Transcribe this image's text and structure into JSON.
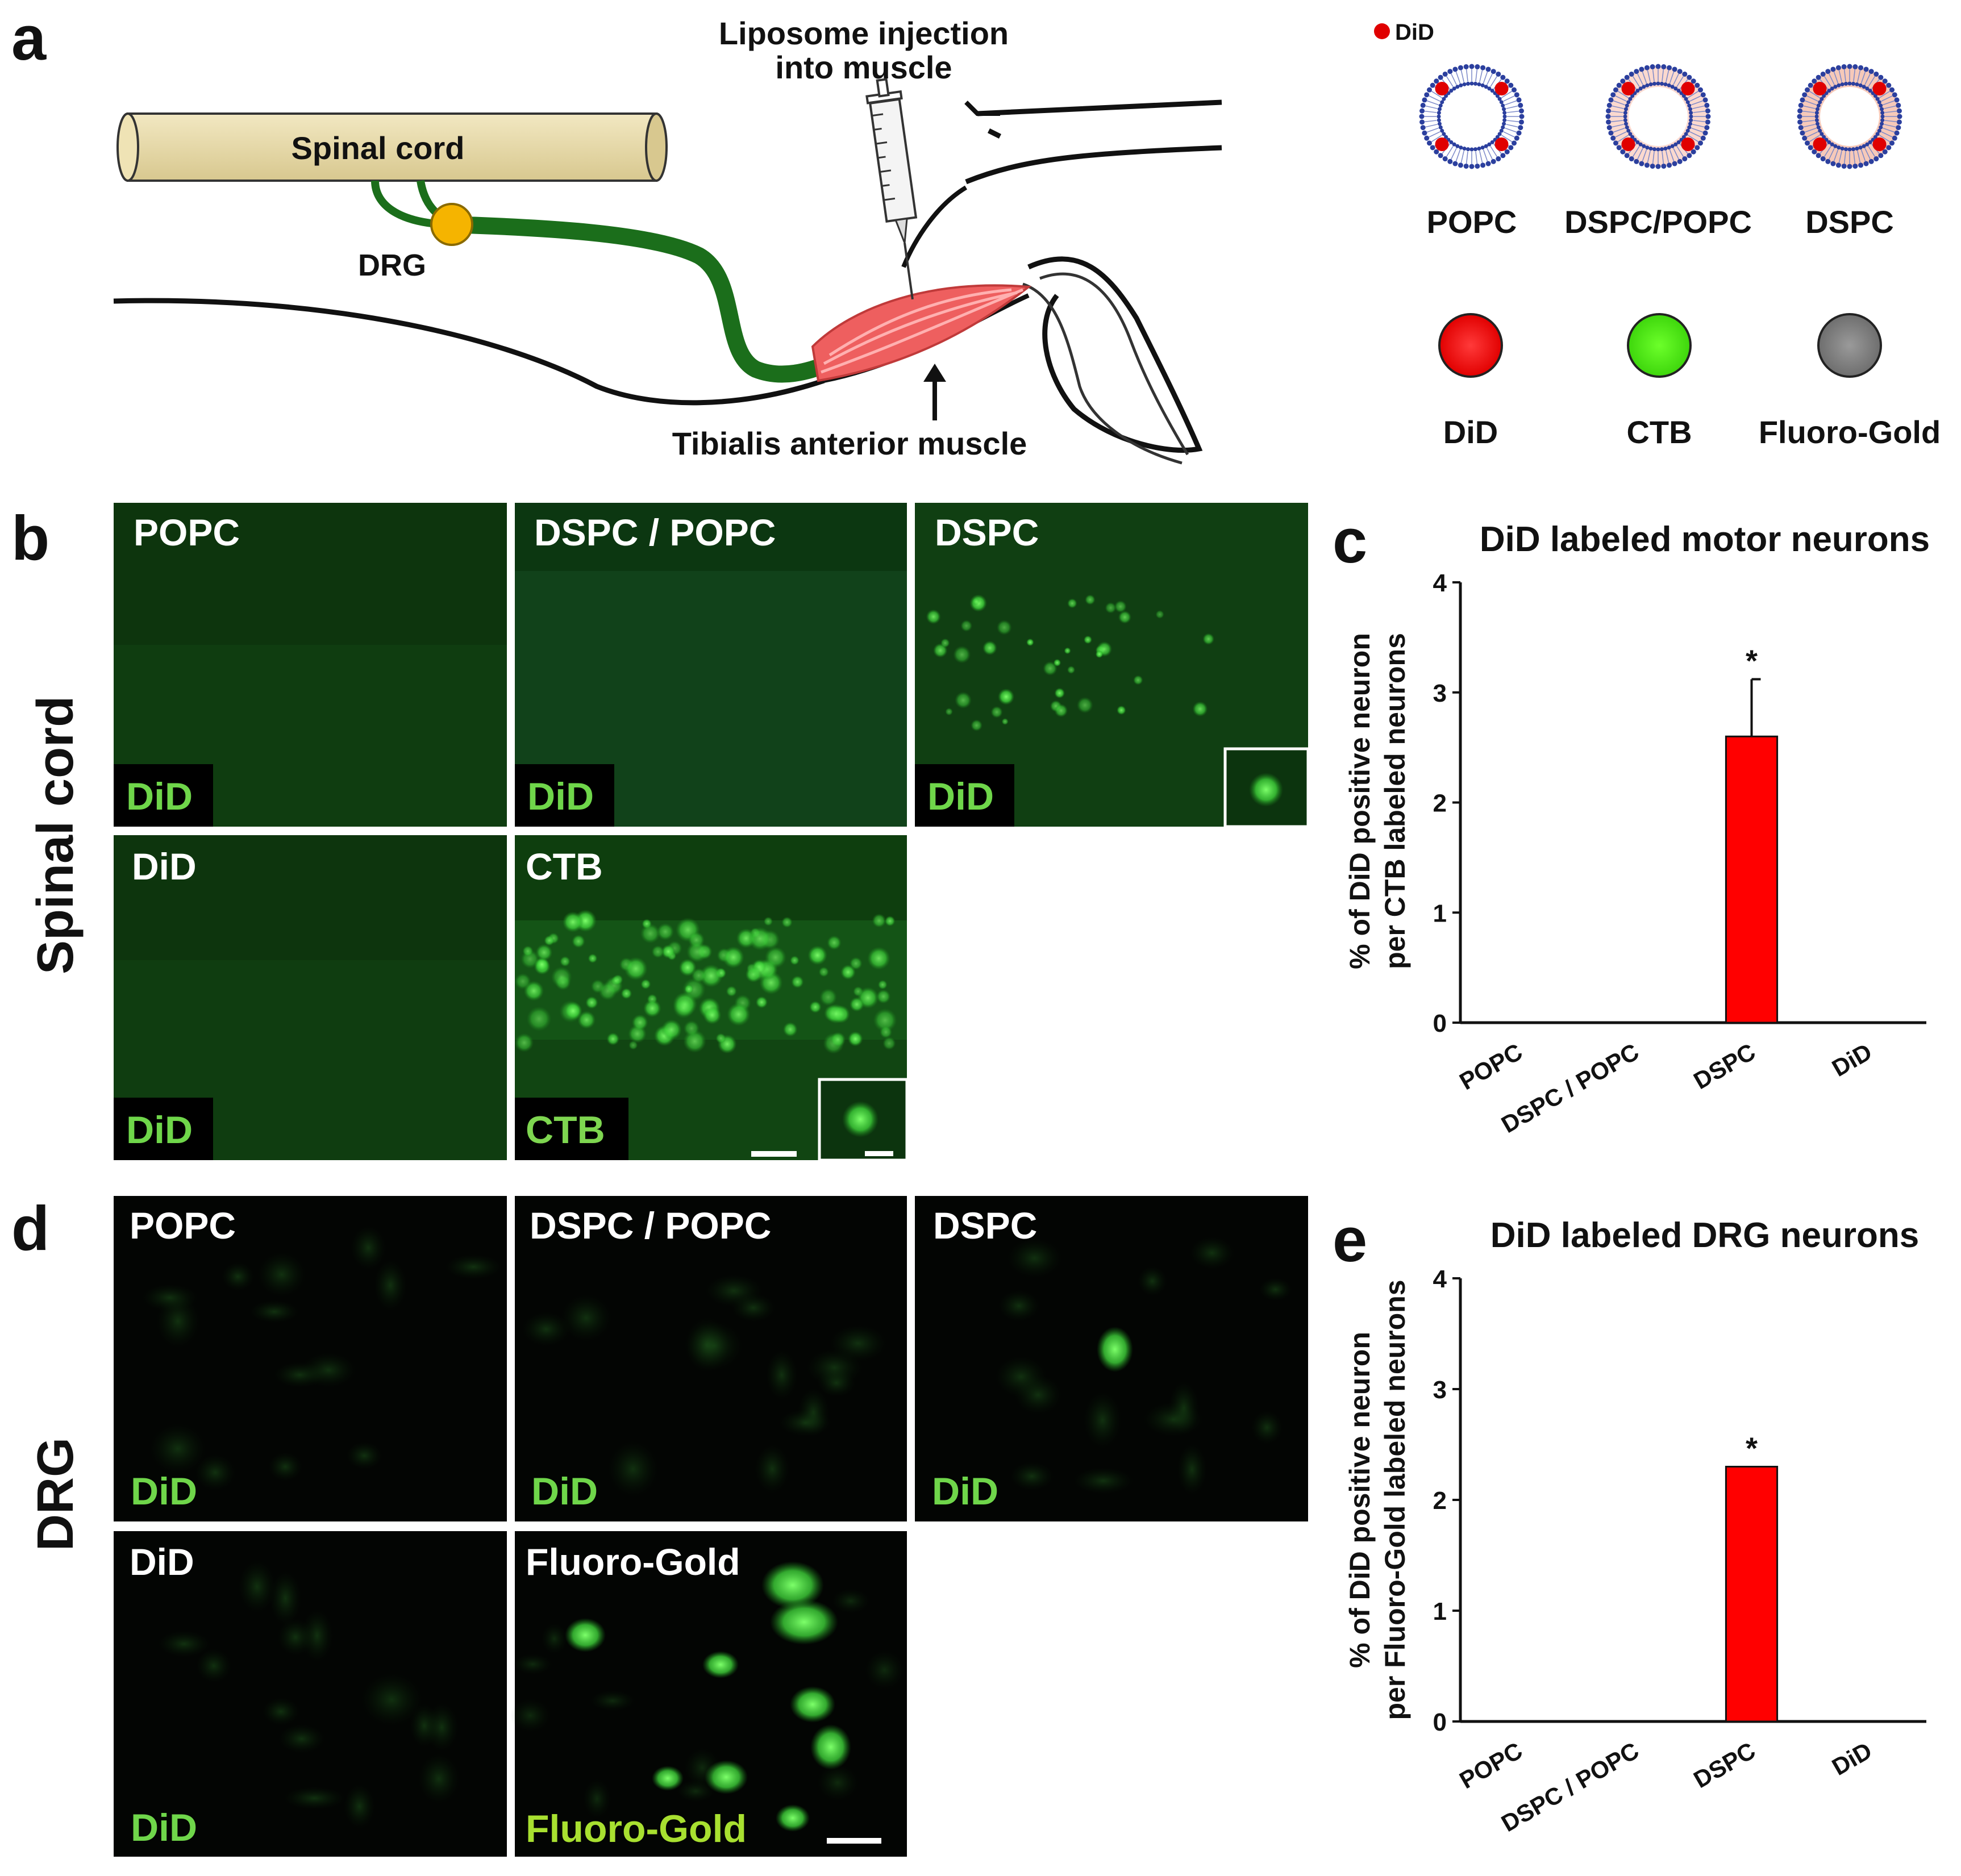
{
  "panel_letters": {
    "a": "a",
    "b": "b",
    "c": "c",
    "d": "d",
    "e": "e"
  },
  "schematic": {
    "injection_line1": "Liposome injection",
    "injection_line2": "into muscle",
    "spinal_cord": "Spinal cord",
    "drg": "DRG",
    "muscle": "Tibialis anterior muscle"
  },
  "legend": {
    "did_marker": "DiD",
    "liposomes": [
      "POPC",
      "DSPC/POPC",
      "DSPC"
    ],
    "tracers": [
      {
        "label": "DiD",
        "color": "#ff0000"
      },
      {
        "label": "CTB",
        "color": "#55ee11"
      },
      {
        "label": "Fluoro-Gold",
        "color": "#808080"
      }
    ]
  },
  "colors": {
    "nerve_green": "#1b6e1b",
    "cord_fill": "#e9dcab",
    "drg_gold": "#f5b400",
    "muscle_red": "#ee5f5f",
    "bar_red": "#ff0000",
    "label_green": "#6fd64a",
    "image_green_bg": "#0a3a0a"
  },
  "row_labels": {
    "spinal": "Spinal cord",
    "drg": "DRG"
  },
  "spinal_images": [
    {
      "title": "POPC",
      "channel": "DiD"
    },
    {
      "title": "DSPC / POPC",
      "channel": "DiD"
    },
    {
      "title": "DSPC",
      "channel": "DiD"
    },
    {
      "title": "DiD",
      "channel": "DiD"
    },
    {
      "title": "CTB",
      "channel": "CTB"
    }
  ],
  "drg_images": [
    {
      "title": "POPC",
      "channel": "DiD"
    },
    {
      "title": "DSPC / POPC",
      "channel": "DiD"
    },
    {
      "title": "DSPC",
      "channel": "DiD"
    },
    {
      "title": "DiD",
      "channel": "DiD"
    },
    {
      "title": "Fluoro-Gold",
      "channel": "Fluoro-Gold"
    }
  ],
  "chart_data": [
    {
      "type": "bar",
      "title": "DiD labeled motor neurons",
      "ylabel_line1": "% of DiD positive neuron",
      "ylabel_line2": "per CTB labeled neurons",
      "categories": [
        "POPC",
        "DSPC / POPC",
        "DSPC",
        "DiD"
      ],
      "values": [
        0,
        0,
        2.6,
        0
      ],
      "error": [
        0,
        0,
        0.52,
        0
      ],
      "significance": [
        "",
        "",
        "*",
        ""
      ],
      "ylim": [
        0,
        4
      ],
      "yticks": [
        "0",
        "1",
        "2",
        "3",
        "4"
      ],
      "bar_color": "#ff0000"
    },
    {
      "type": "bar",
      "title": "DiD labeled DRG neurons",
      "ylabel_line1": "% of DiD positive neuron",
      "ylabel_line2": "per Fluoro-Gold labeled neurons",
      "categories": [
        "POPC",
        "DSPC / POPC",
        "DSPC",
        "DiD"
      ],
      "values": [
        0,
        0,
        2.3,
        0
      ],
      "error": [
        0,
        0,
        0,
        0
      ],
      "significance": [
        "",
        "",
        "*",
        ""
      ],
      "ylim": [
        0,
        4
      ],
      "yticks": [
        "0",
        "1",
        "2",
        "3",
        "4"
      ],
      "bar_color": "#ff0000"
    }
  ]
}
